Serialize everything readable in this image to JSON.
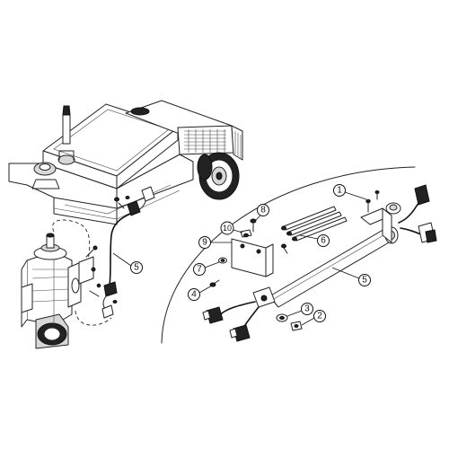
{
  "callouts": [
    {
      "id": "c1",
      "label": "1"
    },
    {
      "id": "c2",
      "label": "2"
    },
    {
      "id": "c3",
      "label": "3"
    },
    {
      "id": "c4",
      "label": "4"
    },
    {
      "id": "c5a",
      "label": "5"
    },
    {
      "id": "c5b",
      "label": "5"
    },
    {
      "id": "c6",
      "label": "6"
    },
    {
      "id": "c7",
      "label": "7"
    },
    {
      "id": "c8",
      "label": "8"
    },
    {
      "id": "c9",
      "label": "9"
    },
    {
      "id": "c10",
      "label": "10"
    }
  ],
  "colors": {
    "line": "#222222",
    "background": "#ffffff"
  }
}
